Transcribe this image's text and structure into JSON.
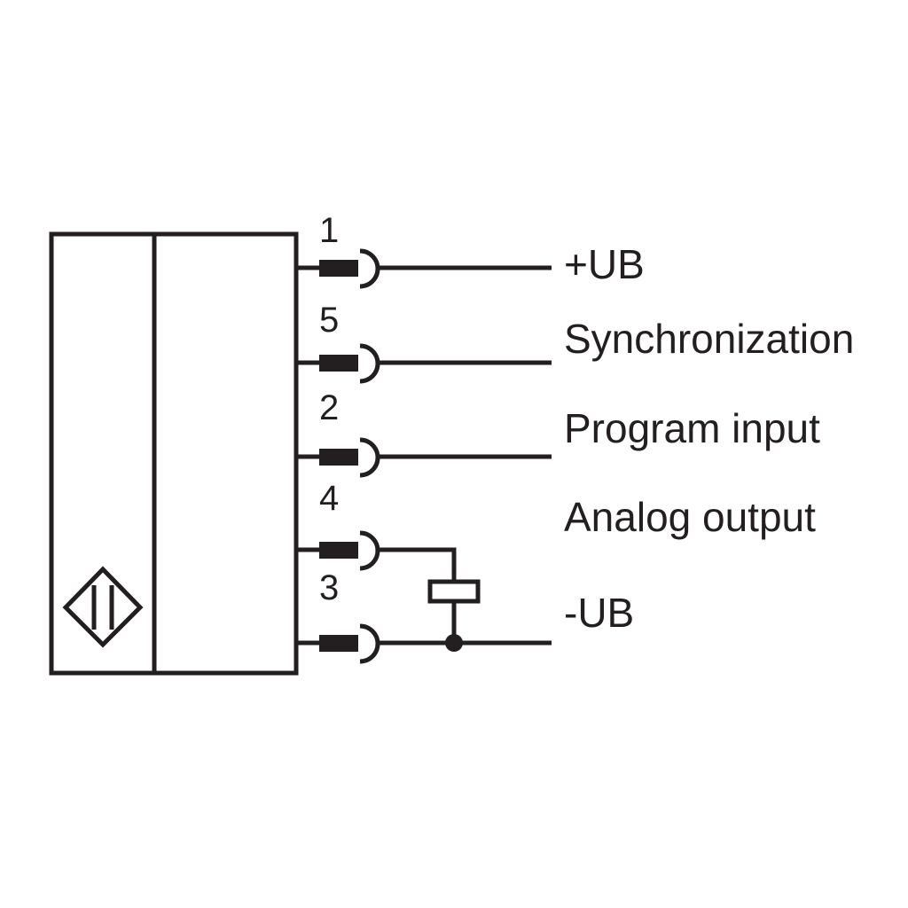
{
  "diagram": {
    "colors": {
      "ink": "#231f20",
      "background": "#ffffff"
    },
    "symbol_icon": "ultrasonic-sensor-diamond-icon",
    "pins": [
      {
        "number": "1",
        "label": "+UB"
      },
      {
        "number": "5",
        "label": "Synchronization"
      },
      {
        "number": "2",
        "label": "Program input"
      },
      {
        "number": "4",
        "label": "Analog output"
      },
      {
        "number": "3",
        "label": "-UB"
      }
    ]
  }
}
